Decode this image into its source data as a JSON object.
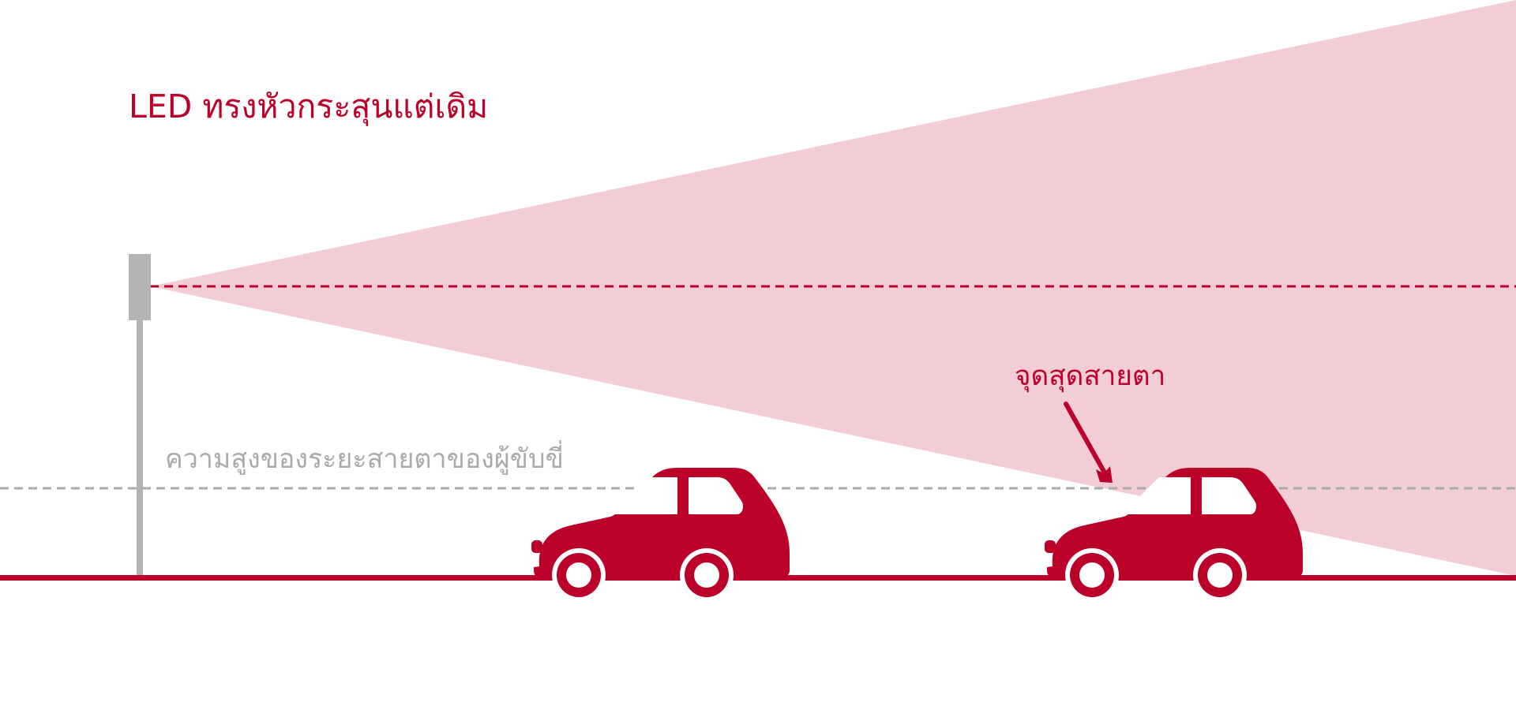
{
  "diagram": {
    "title": "LED ทรงหัวกระสุนแต่เดิม",
    "eye_level_label": "ความสูงของระยะสายตาของผู้ขับขี่",
    "vanishing_point_label": "จุดสุดสายตา"
  },
  "colors": {
    "accent": "#bb0029",
    "beam": "#f2cdd5",
    "gray": "#b3b3b3",
    "eye_line": "#aaaaaa",
    "background": "#ffffff"
  },
  "icons": {
    "car": "car-icon",
    "lamp": "streetlight-icon",
    "arrow": "arrow-icon"
  }
}
